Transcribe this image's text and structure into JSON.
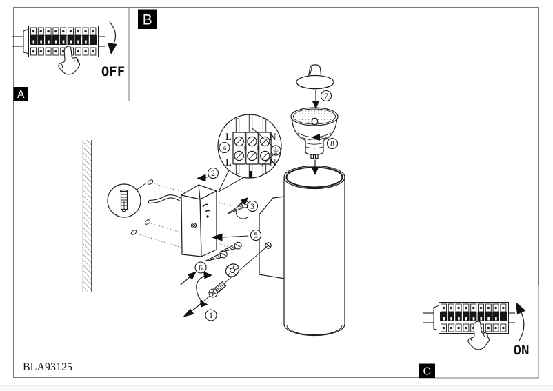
{
  "footer": {
    "model": "BLA93125"
  },
  "sections": {
    "a": {
      "label": "A",
      "state": "OFF"
    },
    "b": {
      "label": "B"
    },
    "c": {
      "label": "C",
      "state": "ON"
    }
  },
  "markers": {
    "m1": "1",
    "m2": "2",
    "m3": "3",
    "m4": "4",
    "m5": "5",
    "m6": "6",
    "m7": "7",
    "m8": "8"
  },
  "terminal_block": {
    "line_top": "L",
    "neutral_top": "N",
    "line_bottom": "L",
    "neutral_bottom": "N"
  },
  "colors": {
    "ink": "#1c1c1c",
    "frame": "#7a7a7a",
    "label_bg": "#000000",
    "label_fg": "#ffffff"
  }
}
